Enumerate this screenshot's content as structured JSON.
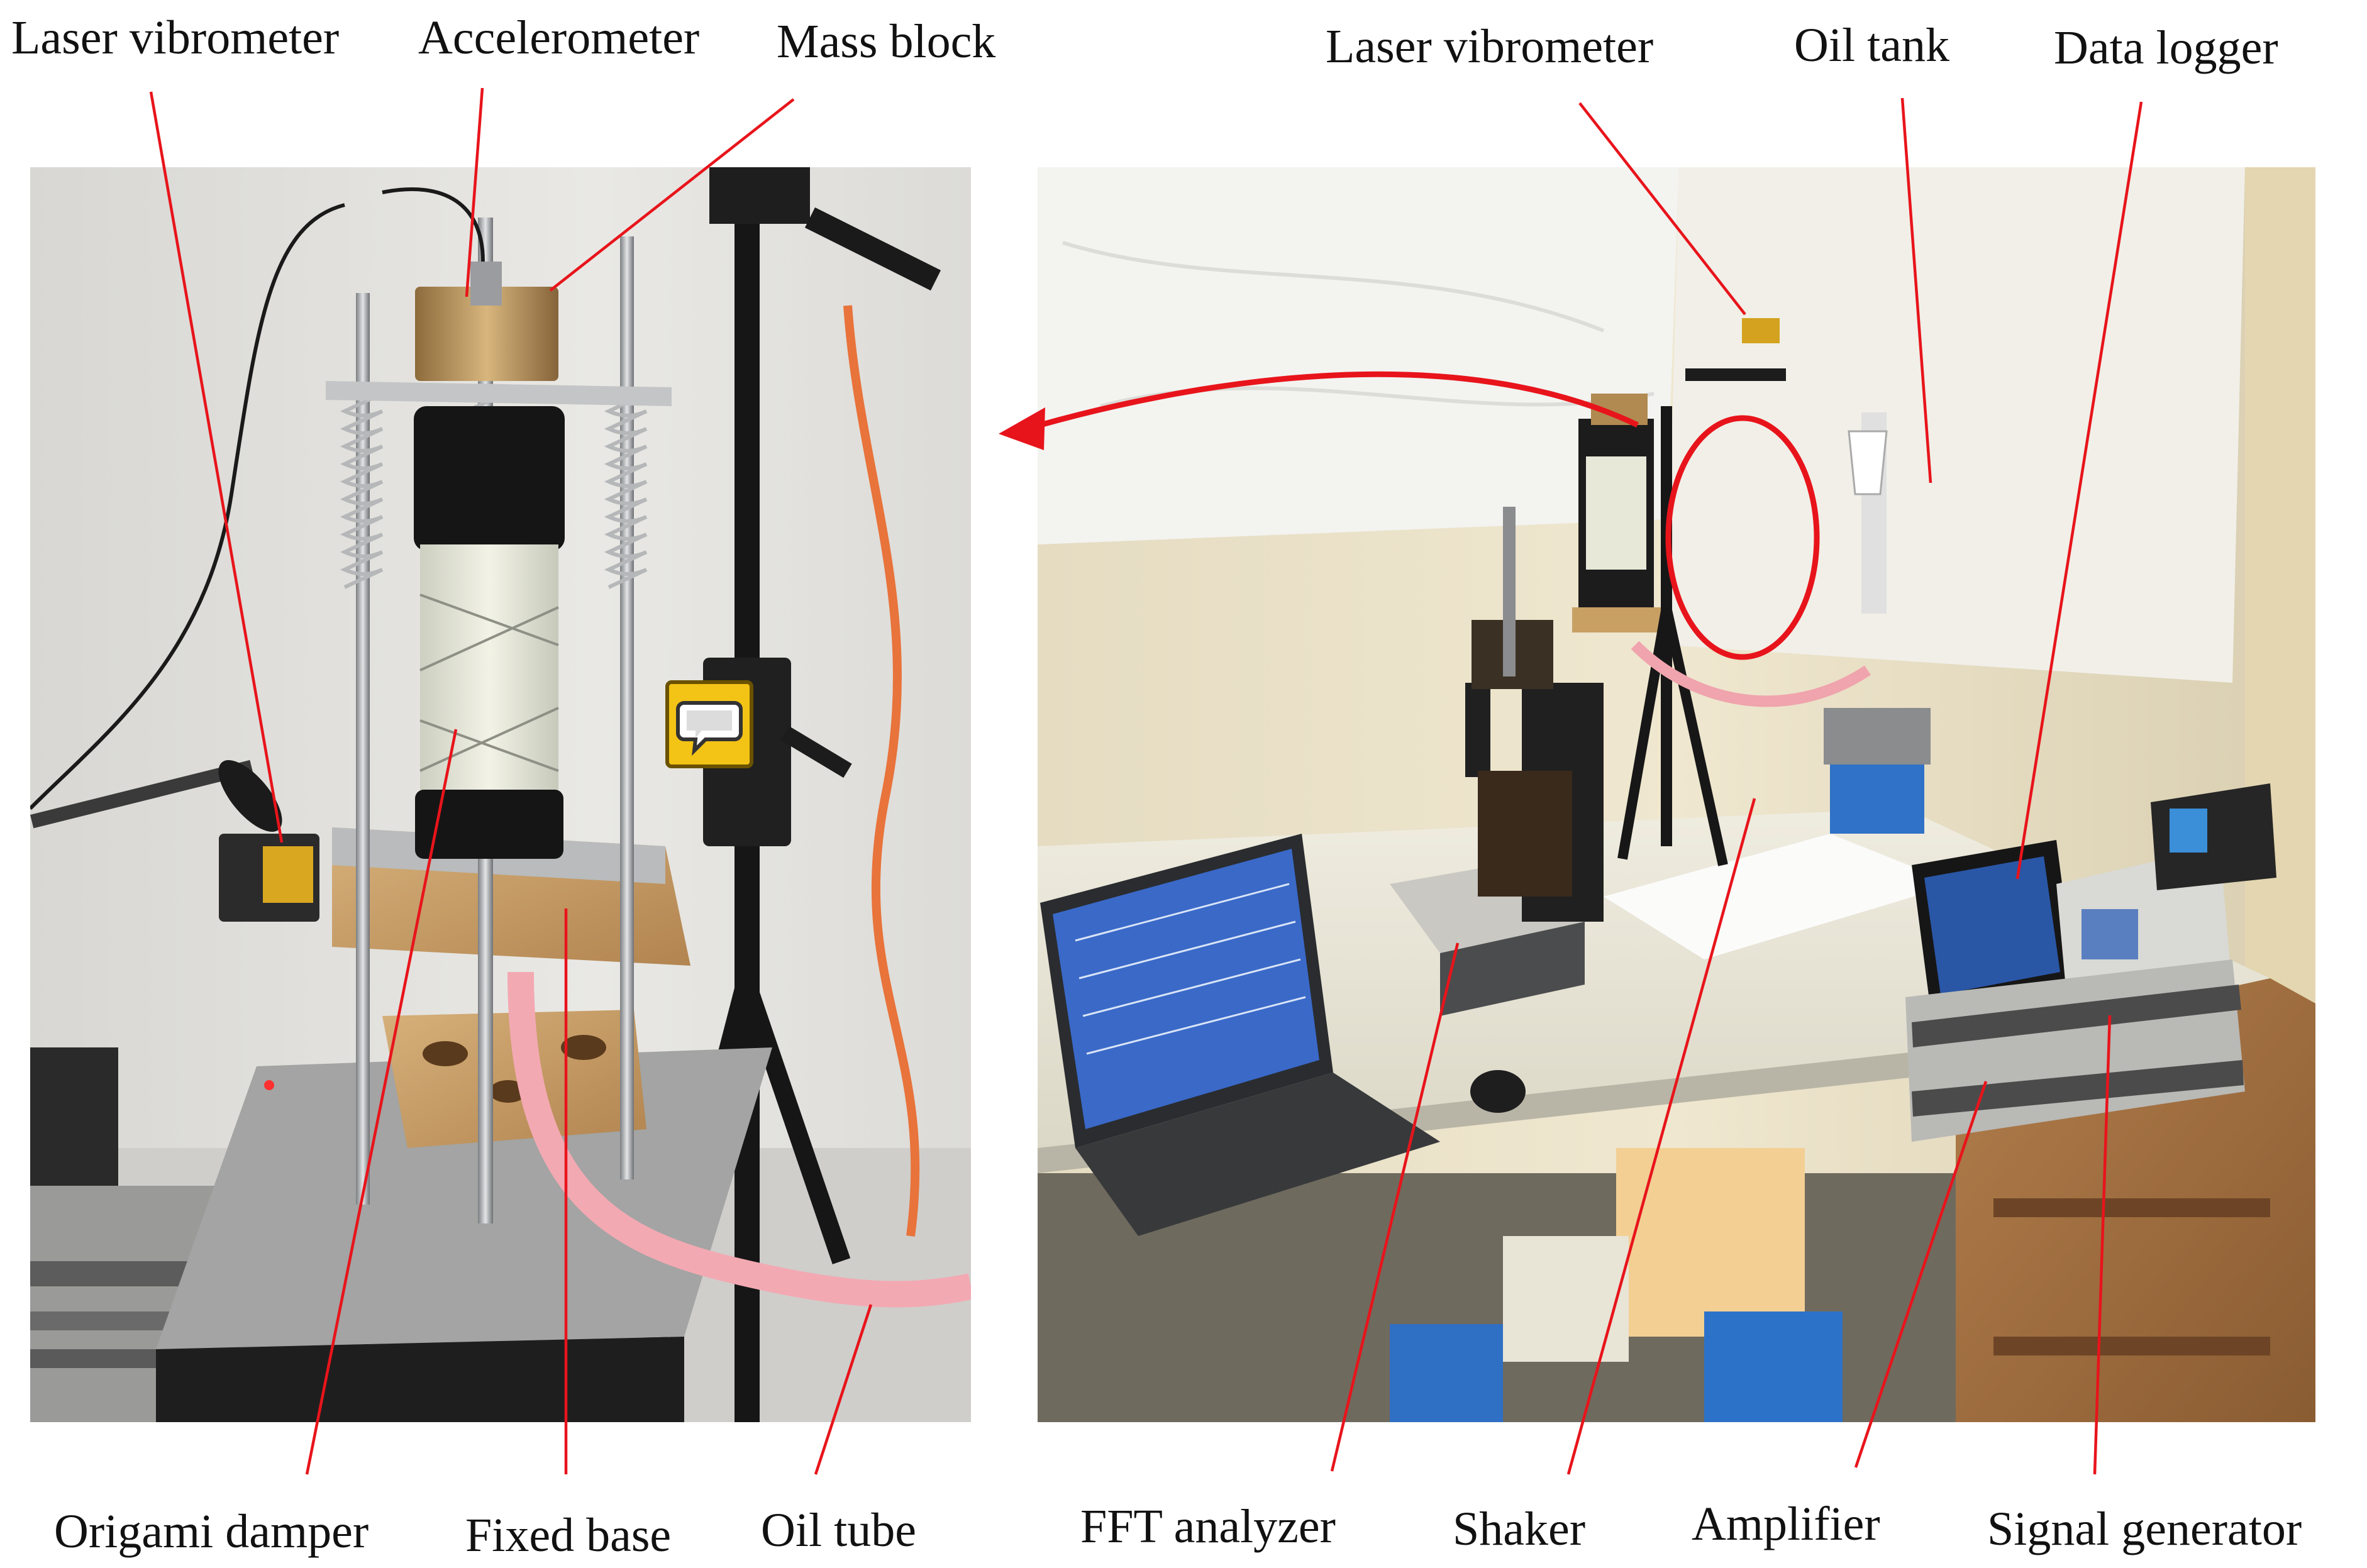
{
  "labels": {
    "laser_vibrometer_left": "Laser vibrometer",
    "accelerometer": "Accelerometer",
    "mass_block": "Mass block",
    "laser_vibrometer_right": "Laser vibrometer",
    "oil_tank": "Oil tank",
    "data_logger": "Data logger",
    "origami_damper": "Origami damper",
    "fixed_base": "Fixed base",
    "oil_tube": "Oil tube",
    "fft_analyzer": "FFT analyzer",
    "shaker": "Shaker",
    "amplifier": "Amplifier",
    "signal_generator": "Signal generator"
  },
  "colors": {
    "leader_line": "#e8141b",
    "label_text": "#111111",
    "comment_badge": "#f3c316"
  },
  "icons": {
    "comment_badge": "speech-bubble-icon"
  }
}
